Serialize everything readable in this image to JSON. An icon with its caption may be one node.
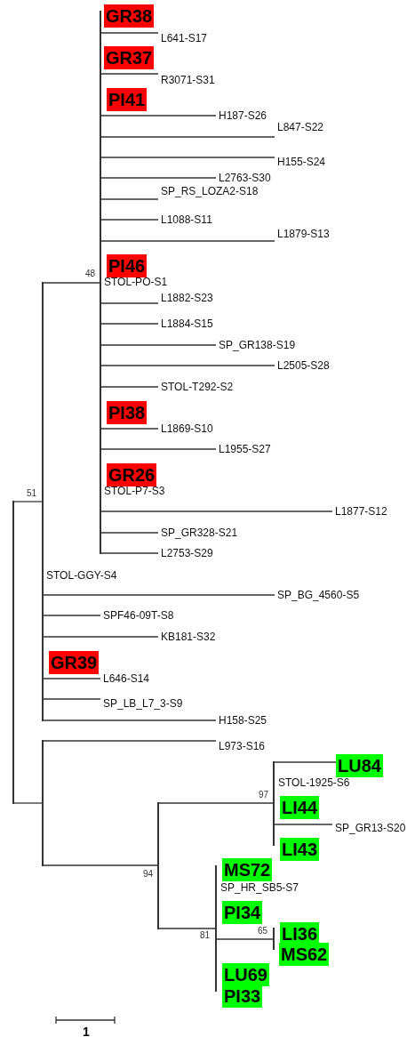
{
  "diagram": {
    "nodes": [
      {
        "text": [
          "GR38"
        ]
      },
      {
        "text": [
          "L641-S17"
        ]
      },
      {
        "text": [
          "GR37"
        ]
      },
      {
        "text": [
          "R3071-S31"
        ]
      },
      {
        "text": [
          "PI41"
        ]
      },
      {
        "text": [
          "H187-S26"
        ]
      },
      {
        "text": [
          "L847-S22"
        ]
      },
      {
        "text": [
          "H155-S24"
        ]
      },
      {
        "text": [
          "L2763-S30"
        ]
      },
      {
        "text": [
          "SP_RS_LOZA2-S18"
        ]
      },
      {
        "text": [
          "L1088-S11"
        ]
      },
      {
        "text": [
          "L1879-S13"
        ]
      },
      {
        "text": [
          "PI46"
        ]
      },
      {
        "text": [
          "STOL-PO-S1"
        ]
      },
      {
        "text": [
          "L1882-S23"
        ]
      },
      {
        "text": [
          "L1884-S15"
        ]
      },
      {
        "text": [
          "SP_GR138-S19"
        ]
      },
      {
        "text": [
          "L2505-S28"
        ]
      },
      {
        "text": [
          "STOL-T292-S2"
        ]
      },
      {
        "text": [
          "PI38"
        ]
      },
      {
        "text": [
          "L1869-S10"
        ]
      },
      {
        "text": [
          "L1955-S27"
        ]
      },
      {
        "text": [
          "GR26"
        ]
      },
      {
        "text": [
          "STOL-P7-S3"
        ]
      },
      {
        "text": [
          "L1877-S12"
        ]
      },
      {
        "text": [
          "SP_GR328-S21"
        ]
      },
      {
        "text": [
          "L2753-S29"
        ]
      },
      {
        "text": [
          "STOL-GGY-S4"
        ]
      },
      {
        "text": [
          "SP_BG_4560-S5"
        ]
      },
      {
        "text": [
          "SPF46-09T-S8"
        ]
      },
      {
        "text": [
          "KB181-S32"
        ]
      },
      {
        "text": [
          "GR39"
        ]
      },
      {
        "text": [
          "L646-S14"
        ]
      },
      {
        "text": [
          "SP_LB_L7_3-S9"
        ]
      },
      {
        "text": [
          "H158-S25"
        ]
      },
      {
        "text": [
          "L973-S16"
        ]
      },
      {
        "text": [
          "LU84"
        ]
      },
      {
        "text": [
          "STOL-1925-S6"
        ]
      },
      {
        "text": [
          "LI44"
        ]
      },
      {
        "text": [
          "SP_GR13-S20"
        ]
      },
      {
        "text": [
          "LI43"
        ]
      },
      {
        "text": [
          "MS72"
        ]
      },
      {
        "text": [
          "SP_HR_SB5-S7"
        ]
      },
      {
        "text": [
          "PI34"
        ]
      },
      {
        "text": [
          "LI36"
        ]
      },
      {
        "text": [
          "MS62"
        ]
      },
      {
        "text": [
          "LU69"
        ]
      },
      {
        "text": [
          "PI33"
        ]
      },
      {
        "text": [],
        "shape": "bar"
      },
      {
        "text": [],
        "shape": "bar"
      },
      {
        "text": [],
        "shape": "bar"
      },
      {
        "text": [],
        "shape": "bar"
      },
      {
        "text": [],
        "shape": "bar"
      },
      {
        "text": [],
        "shape": "bar"
      },
      {
        "text": [],
        "shape": "bar"
      },
      {
        "text": [],
        "shape": "bar"
      }
    ],
    "edges": [
      {
        "from": 51,
        "to": 1,
        "arrow": "none"
      },
      {
        "from": 51,
        "to": 3,
        "arrow": "none"
      },
      {
        "from": 51,
        "to": 5,
        "arrow": "none"
      },
      {
        "from": 51,
        "to": 6,
        "arrow": "none"
      },
      {
        "from": 51,
        "to": 7,
        "arrow": "none"
      },
      {
        "from": 51,
        "to": 8,
        "arrow": "none"
      },
      {
        "from": 51,
        "to": 9,
        "arrow": "none"
      },
      {
        "from": 51,
        "to": 10,
        "arrow": "none"
      },
      {
        "from": 51,
        "to": 11,
        "arrow": "none"
      },
      {
        "from": 51,
        "to": 14,
        "arrow": "none"
      },
      {
        "from": 51,
        "to": 15,
        "arrow": "none"
      },
      {
        "from": 51,
        "to": 16,
        "arrow": "none"
      },
      {
        "from": 51,
        "to": 17,
        "arrow": "none"
      },
      {
        "from": 51,
        "to": 18,
        "arrow": "none"
      },
      {
        "from": 51,
        "to": 20,
        "arrow": "none"
      },
      {
        "from": 51,
        "to": 21,
        "arrow": "none"
      },
      {
        "from": 51,
        "to": 24,
        "arrow": "none"
      },
      {
        "from": 51,
        "to": 25,
        "arrow": "none"
      },
      {
        "from": 51,
        "to": 26,
        "arrow": "none"
      },
      {
        "from": 49,
        "to": 28,
        "arrow": "none"
      },
      {
        "from": 49,
        "to": 29,
        "arrow": "none"
      },
      {
        "from": 49,
        "to": 30,
        "arrow": "none"
      },
      {
        "from": 49,
        "to": 32,
        "arrow": "none"
      },
      {
        "from": 49,
        "to": 33,
        "arrow": "none"
      },
      {
        "from": 49,
        "to": 34,
        "arrow": "none"
      },
      {
        "from": 50,
        "to": 35,
        "arrow": "none"
      },
      {
        "from": 54,
        "to": 36,
        "arrow": "none"
      },
      {
        "from": 54,
        "to": 39,
        "arrow": "none"
      },
      {
        "from": 49,
        "to": 51,
        "arrow": "none"
      },
      {
        "from": 48,
        "to": 49,
        "arrow": "none"
      },
      {
        "from": 48,
        "to": 50,
        "arrow": "none"
      },
      {
        "from": 50,
        "to": 52,
        "arrow": "none"
      },
      {
        "from": 52,
        "to": 54,
        "arrow": "none"
      },
      {
        "from": 52,
        "to": 53,
        "arrow": "none"
      },
      {
        "from": 53,
        "to": 55,
        "arrow": "none"
      }
    ],
    "labels": [
      "48",
      "51",
      "97",
      "94",
      "65",
      "81",
      "1"
    ]
  }
}
